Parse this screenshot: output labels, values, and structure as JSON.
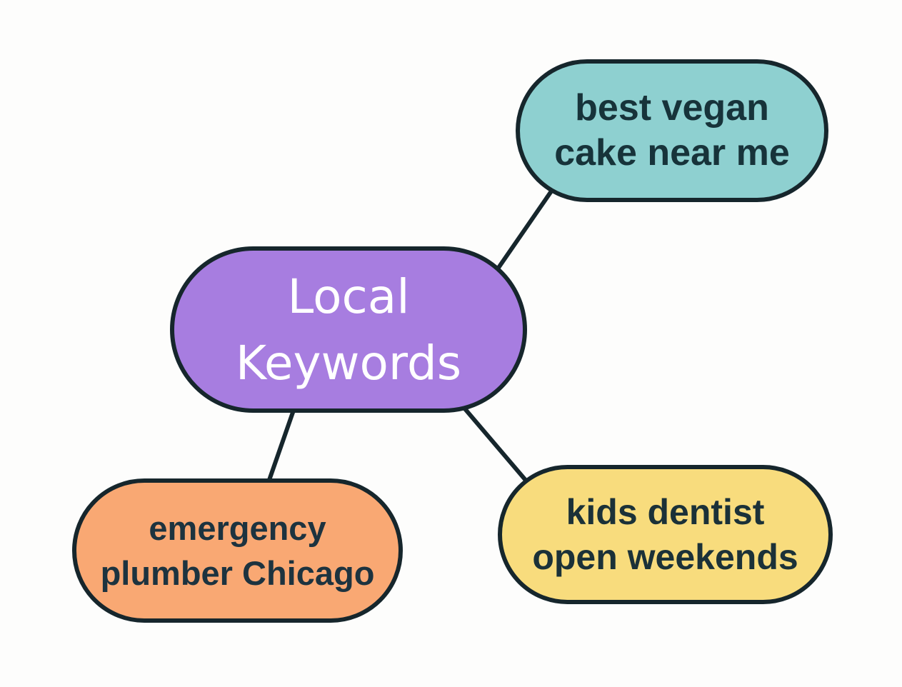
{
  "canvas": {
    "background": "#fdfdfc",
    "border_color": "#16262c",
    "edge_color": "#16262c"
  },
  "nodes": [
    {
      "id": "local-keywords",
      "role": "center",
      "lines": [
        "Local",
        "Keywords"
      ],
      "fill": "#a77de0",
      "text_color": "#ffffff"
    },
    {
      "id": "best-vegan-cake-near-me",
      "role": "branch",
      "lines": [
        "best vegan",
        "cake near me"
      ],
      "fill": "#8ed0d0",
      "text_color": "#17333a"
    },
    {
      "id": "emergency-plumber-chicago",
      "role": "branch",
      "lines": [
        "emergency",
        "plumber Chicago"
      ],
      "fill": "#f9a873",
      "text_color": "#1d333f"
    },
    {
      "id": "kids-dentist-open-weekends",
      "role": "branch",
      "lines": [
        "kids dentist",
        "open weekends"
      ],
      "fill": "#f8dc7d",
      "text_color": "#1b3138"
    }
  ],
  "edges": [
    {
      "from": "local-keywords",
      "to": "best-vegan-cake-near-me"
    },
    {
      "from": "local-keywords",
      "to": "emergency-plumber-chicago"
    },
    {
      "from": "local-keywords",
      "to": "kids-dentist-open-weekends"
    }
  ]
}
